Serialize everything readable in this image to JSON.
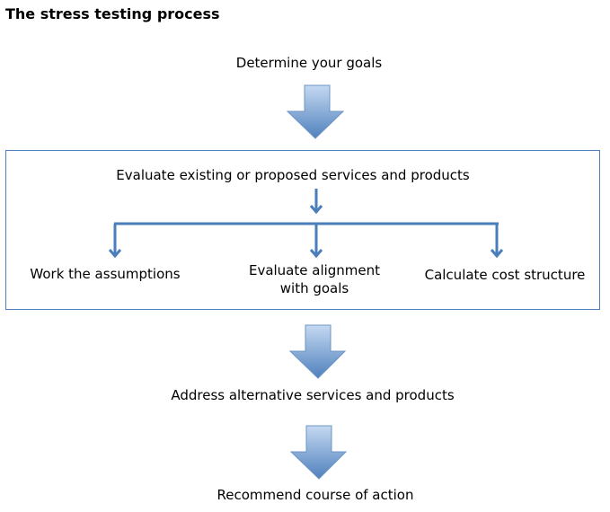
{
  "title": "The stress testing process",
  "steps": {
    "goals": "Determine your goals",
    "evaluate": "Evaluate existing or proposed services and products",
    "assumptions": "Work the assumptions",
    "alignment_line1": "Evaluate alignment",
    "alignment_line2": "with goals",
    "cost": "Calculate cost structure",
    "alternatives": "Address alternative services and products",
    "recommend": "Recommend course of action"
  },
  "colors": {
    "arrow_fill_top": "#c5d9f1",
    "arrow_fill_bottom": "#4f81bd",
    "connector": "#4a7ebb",
    "box_border": "#4f81bd"
  }
}
